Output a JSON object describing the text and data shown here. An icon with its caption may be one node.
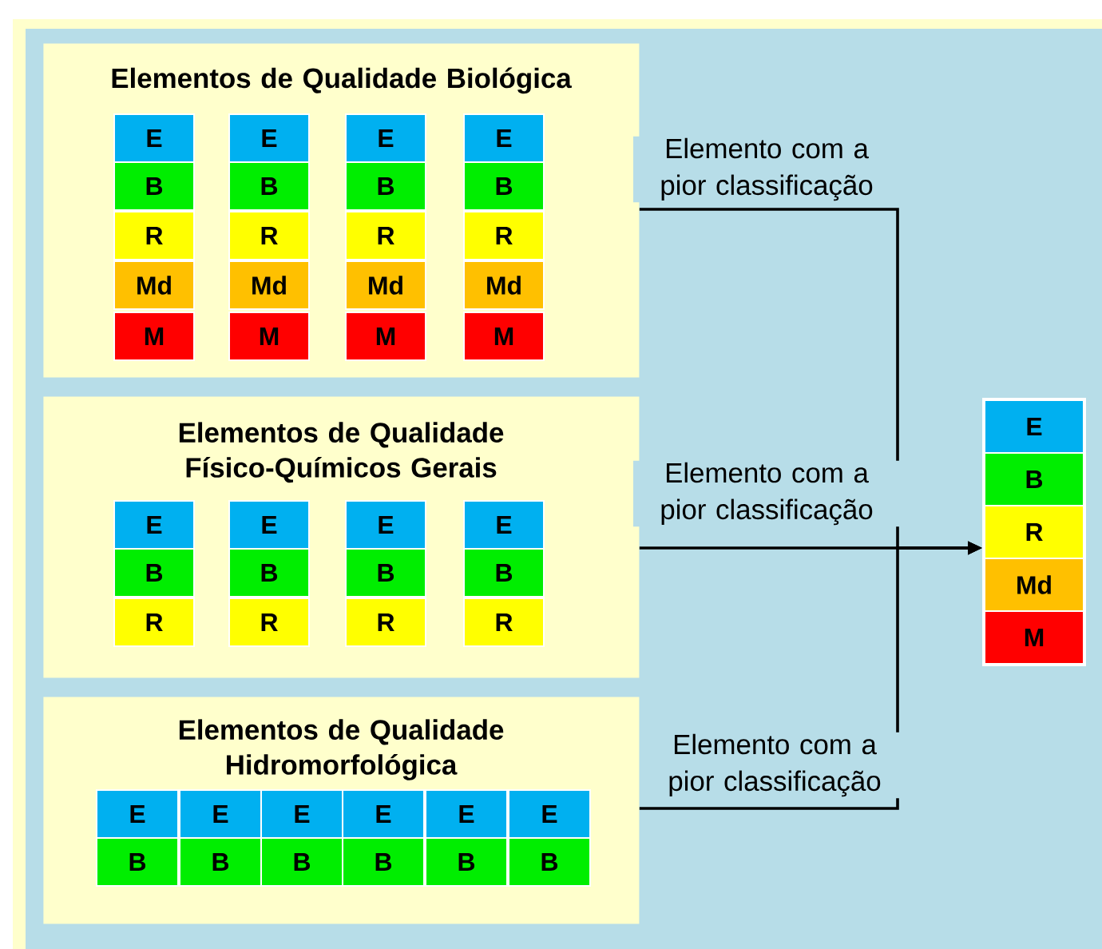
{
  "diagram": {
    "nodes": [
      {
        "text": [
          "Elementos de Qualidade Biológica"
        ]
      },
      {
        "text": [
          "E"
        ],
        "in": 0
      },
      {
        "text": [
          "E"
        ],
        "in": 0
      },
      {
        "text": [
          "E"
        ],
        "in": 0
      },
      {
        "text": [
          "E"
        ],
        "in": 0
      },
      {
        "text": [
          "B"
        ],
        "in": 0
      },
      {
        "text": [
          "B"
        ],
        "in": 0
      },
      {
        "text": [
          "B"
        ],
        "in": 0
      },
      {
        "text": [
          "B"
        ],
        "in": 0
      },
      {
        "text": [
          "R"
        ],
        "in": 0
      },
      {
        "text": [
          "R"
        ],
        "in": 0
      },
      {
        "text": [
          "R"
        ],
        "in": 0
      },
      {
        "text": [
          "R"
        ],
        "in": 0
      },
      {
        "text": [
          "Md"
        ],
        "in": 0
      },
      {
        "text": [
          "Md"
        ],
        "in": 0
      },
      {
        "text": [
          "Md"
        ],
        "in": 0
      },
      {
        "text": [
          "Md"
        ],
        "in": 0
      },
      {
        "text": [
          "M"
        ],
        "in": 0
      },
      {
        "text": [
          "M"
        ],
        "in": 0
      },
      {
        "text": [
          "M"
        ],
        "in": 0
      },
      {
        "text": [
          "M"
        ],
        "in": 0
      },
      {
        "text": [
          "Elementos de Qualidade Físico-Químicos Gerais"
        ]
      },
      {
        "text": [
          "E"
        ],
        "in": 21
      },
      {
        "text": [
          "E"
        ],
        "in": 21
      },
      {
        "text": [
          "E"
        ],
        "in": 21
      },
      {
        "text": [
          "E"
        ],
        "in": 21
      },
      {
        "text": [
          "B"
        ],
        "in": 21
      },
      {
        "text": [
          "B"
        ],
        "in": 21
      },
      {
        "text": [
          "B"
        ],
        "in": 21
      },
      {
        "text": [
          "B"
        ],
        "in": 21
      },
      {
        "text": [
          "R"
        ],
        "in": 21
      },
      {
        "text": [
          "R"
        ],
        "in": 21
      },
      {
        "text": [
          "R"
        ],
        "in": 21
      },
      {
        "text": [
          "R"
        ],
        "in": 21
      },
      {
        "text": [
          "Elementos de Qualidade Hidromorfológica"
        ]
      },
      {
        "text": [
          "E"
        ],
        "in": 34
      },
      {
        "text": [
          "E"
        ],
        "in": 34
      },
      {
        "text": [
          "E"
        ],
        "in": 34
      },
      {
        "text": [
          "E"
        ],
        "in": 34
      },
      {
        "text": [
          "E"
        ],
        "in": 34
      },
      {
        "text": [
          "E"
        ],
        "in": 34
      },
      {
        "text": [
          "B"
        ],
        "in": 34
      },
      {
        "text": [
          "B"
        ],
        "in": 34
      },
      {
        "text": [
          "B"
        ],
        "in": 34
      },
      {
        "text": [
          "B"
        ],
        "in": 34
      },
      {
        "text": [
          "B"
        ],
        "in": 34
      },
      {
        "text": [
          "B"
        ],
        "in": 34
      },
      {
        "text": [],
        "shape": "box"
      },
      {
        "text": [
          "E"
        ],
        "in": 47
      },
      {
        "text": [
          "B"
        ],
        "in": 47
      },
      {
        "text": [
          "R"
        ],
        "in": 47
      },
      {
        "text": [
          "Md"
        ],
        "in": 47
      },
      {
        "text": [
          "M"
        ],
        "in": 47
      }
    ],
    "edges": [
      {
        "from": 0,
        "to": 47,
        "arrow": "to",
        "label": "Elemento com a pior classificação"
      },
      {
        "from": 21,
        "to": 47,
        "arrow": "to",
        "label": "Elemento com a pior classificação"
      },
      {
        "from": 34,
        "to": 47,
        "arrow": "to",
        "label": "Elemento com a pior classificação"
      }
    ]
  }
}
